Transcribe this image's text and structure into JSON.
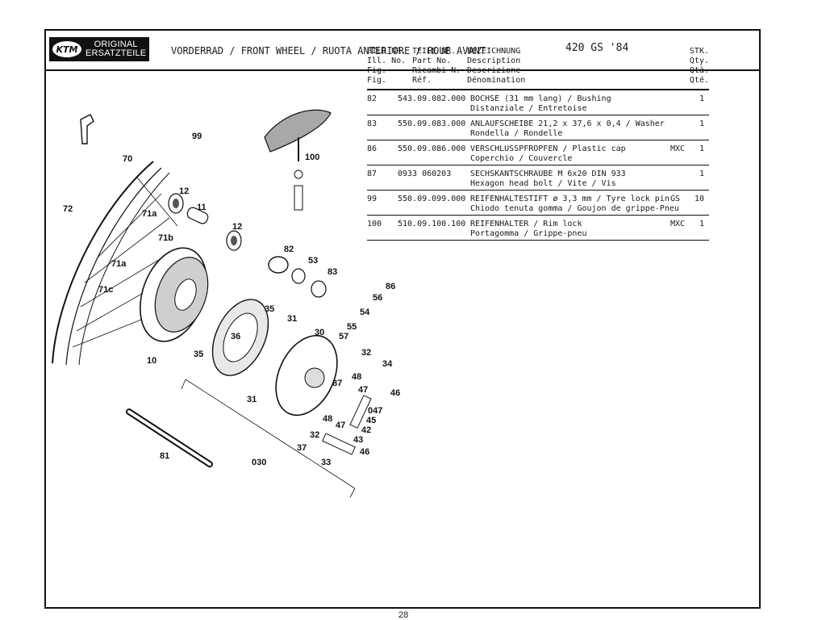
{
  "header": {
    "logo_line1": "ORIGINAL",
    "logo_line2": "ERSATZTEILE",
    "logo_mark": "KTM",
    "title": "VORDERRAD / FRONT WHEEL / RUOTA ANTERIORE / ROUE AVANT",
    "model": "420 GS '84"
  },
  "columns": {
    "fig": "BILD NR.\nIll. No.\nFig.\nFig.",
    "part": "TEILE NR.\nPart No.\nRicambi-N.\nRéf.",
    "desc": "BEZEICHNUNG\nDescription\nDescrizione\nDénomination",
    "qty": "STK.\nQty.\nQtà.\nQté."
  },
  "parts": [
    {
      "fig": "82",
      "part": "543.09.082.000",
      "desc": "BOCHSE (31 mm lang) / Bushing\nDistanziale / Entretoise",
      "variant": "",
      "qty": "1"
    },
    {
      "fig": "83",
      "part": "550.09.083.000",
      "desc": "ANLAUFSCHEIBE 21,2 x 37,6 x 0,4 / Washer\nRondella / Rondelle",
      "variant": "",
      "qty": "1"
    },
    {
      "fig": "86",
      "part": "550.09.086.000",
      "desc": "VERSCHLUSSPFROPFEN / Plastic cap\nCoperchio / Couvercle",
      "variant": "MXC",
      "qty": "1"
    },
    {
      "fig": "87",
      "part": "0933 060203",
      "desc": "SECHSKANTSCHRAUBE M 6x20 DIN 933\nHexagon head bolt / Vite / Vis",
      "variant": "",
      "qty": "1"
    },
    {
      "fig": "99",
      "part": "550.09.099.000",
      "desc": "REIFENHALTESTIFT ø 3,3 mm / Tyre lock pin\nChiodo tenuta gomma / Goujon de grippe-Pneu",
      "variant": "GS",
      "qty": "10"
    },
    {
      "fig": "100",
      "part": "510.09.100.100",
      "desc": "REIFENHALTER / Rim lock\nPortagomma / Grippe-pneu",
      "variant": "MXC",
      "qty": "1"
    }
  ],
  "diagram_labels": [
    "99",
    "70",
    "72",
    "12",
    "11",
    "71a",
    "71b",
    "12",
    "71a",
    "71c",
    "100",
    "82",
    "53",
    "83",
    "86",
    "56",
    "54",
    "35",
    "31",
    "55",
    "36",
    "57",
    "30",
    "35",
    "10",
    "32",
    "34",
    "48",
    "87",
    "47",
    "46",
    "31",
    "047",
    "45",
    "42",
    "43",
    "48",
    "47",
    "32",
    "46",
    "37",
    "33",
    "81",
    "030"
  ],
  "page_number": "28"
}
